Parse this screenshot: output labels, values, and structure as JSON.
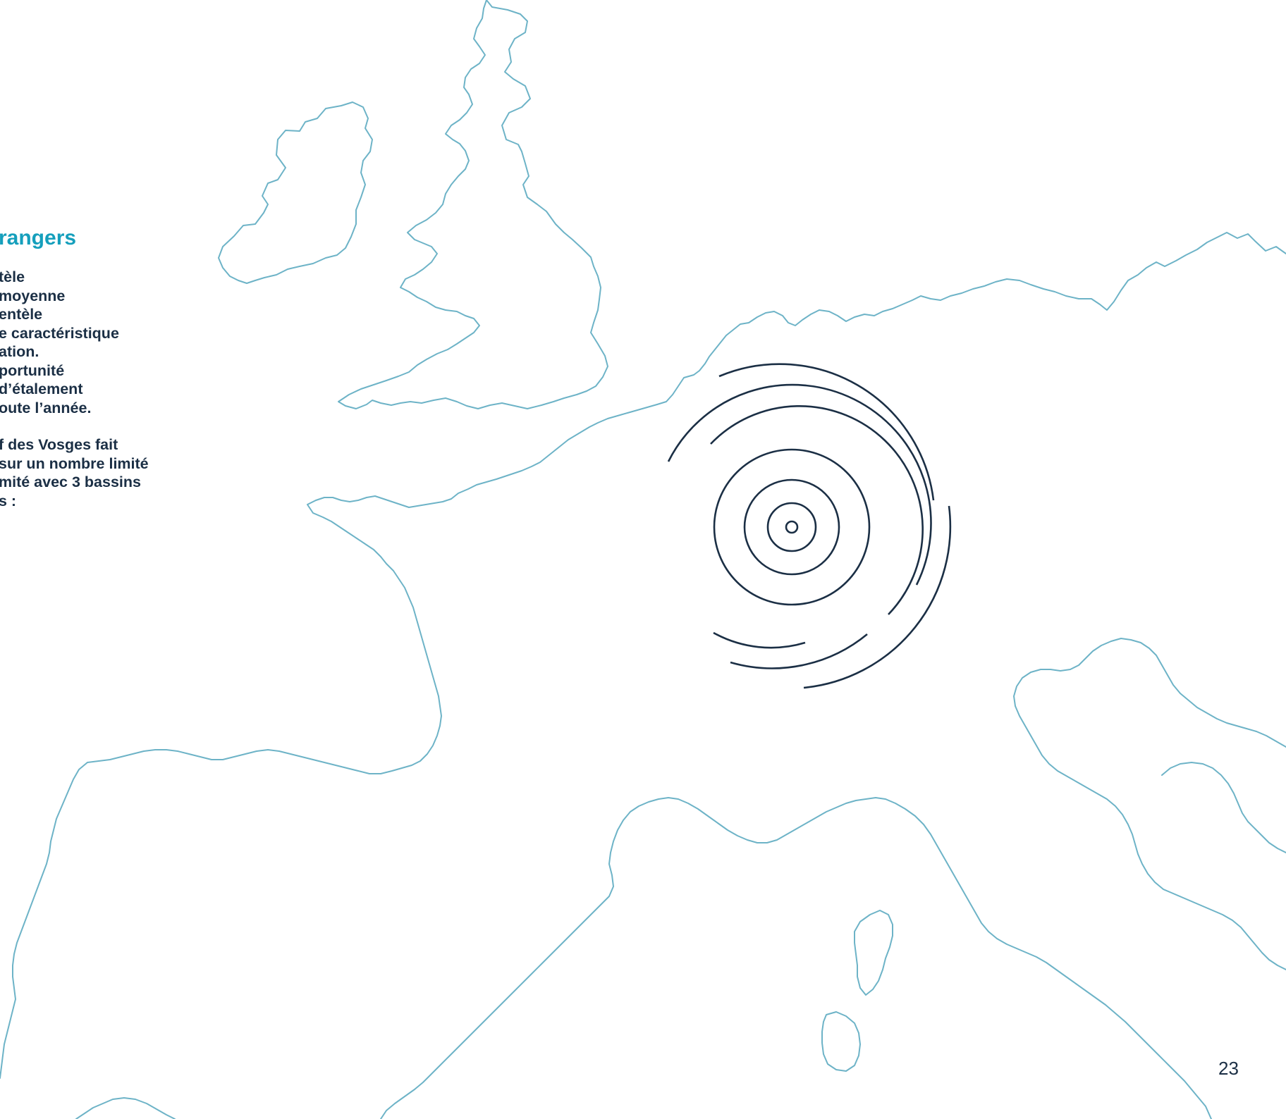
{
  "colors": {
    "coast": "#6db3c7",
    "rings": "#1b2f45",
    "heading": "#159fbc",
    "text": "#1b2f45"
  },
  "text": {
    "heading": "rangers",
    "paragraph_1": [
      "tèle",
      "moyenne",
      "entèle",
      "e caractéristique",
      "ation.",
      "portunité",
      "d’étalement",
      "oute l’année."
    ],
    "paragraph_2": [
      "f des Vosges fait",
      "sur un nombre limité",
      "mité avec 3 bassins",
      "s :"
    ]
  },
  "page_number": "23",
  "map": {
    "marker": "concentric-rings-target",
    "rings_count": 8
  }
}
